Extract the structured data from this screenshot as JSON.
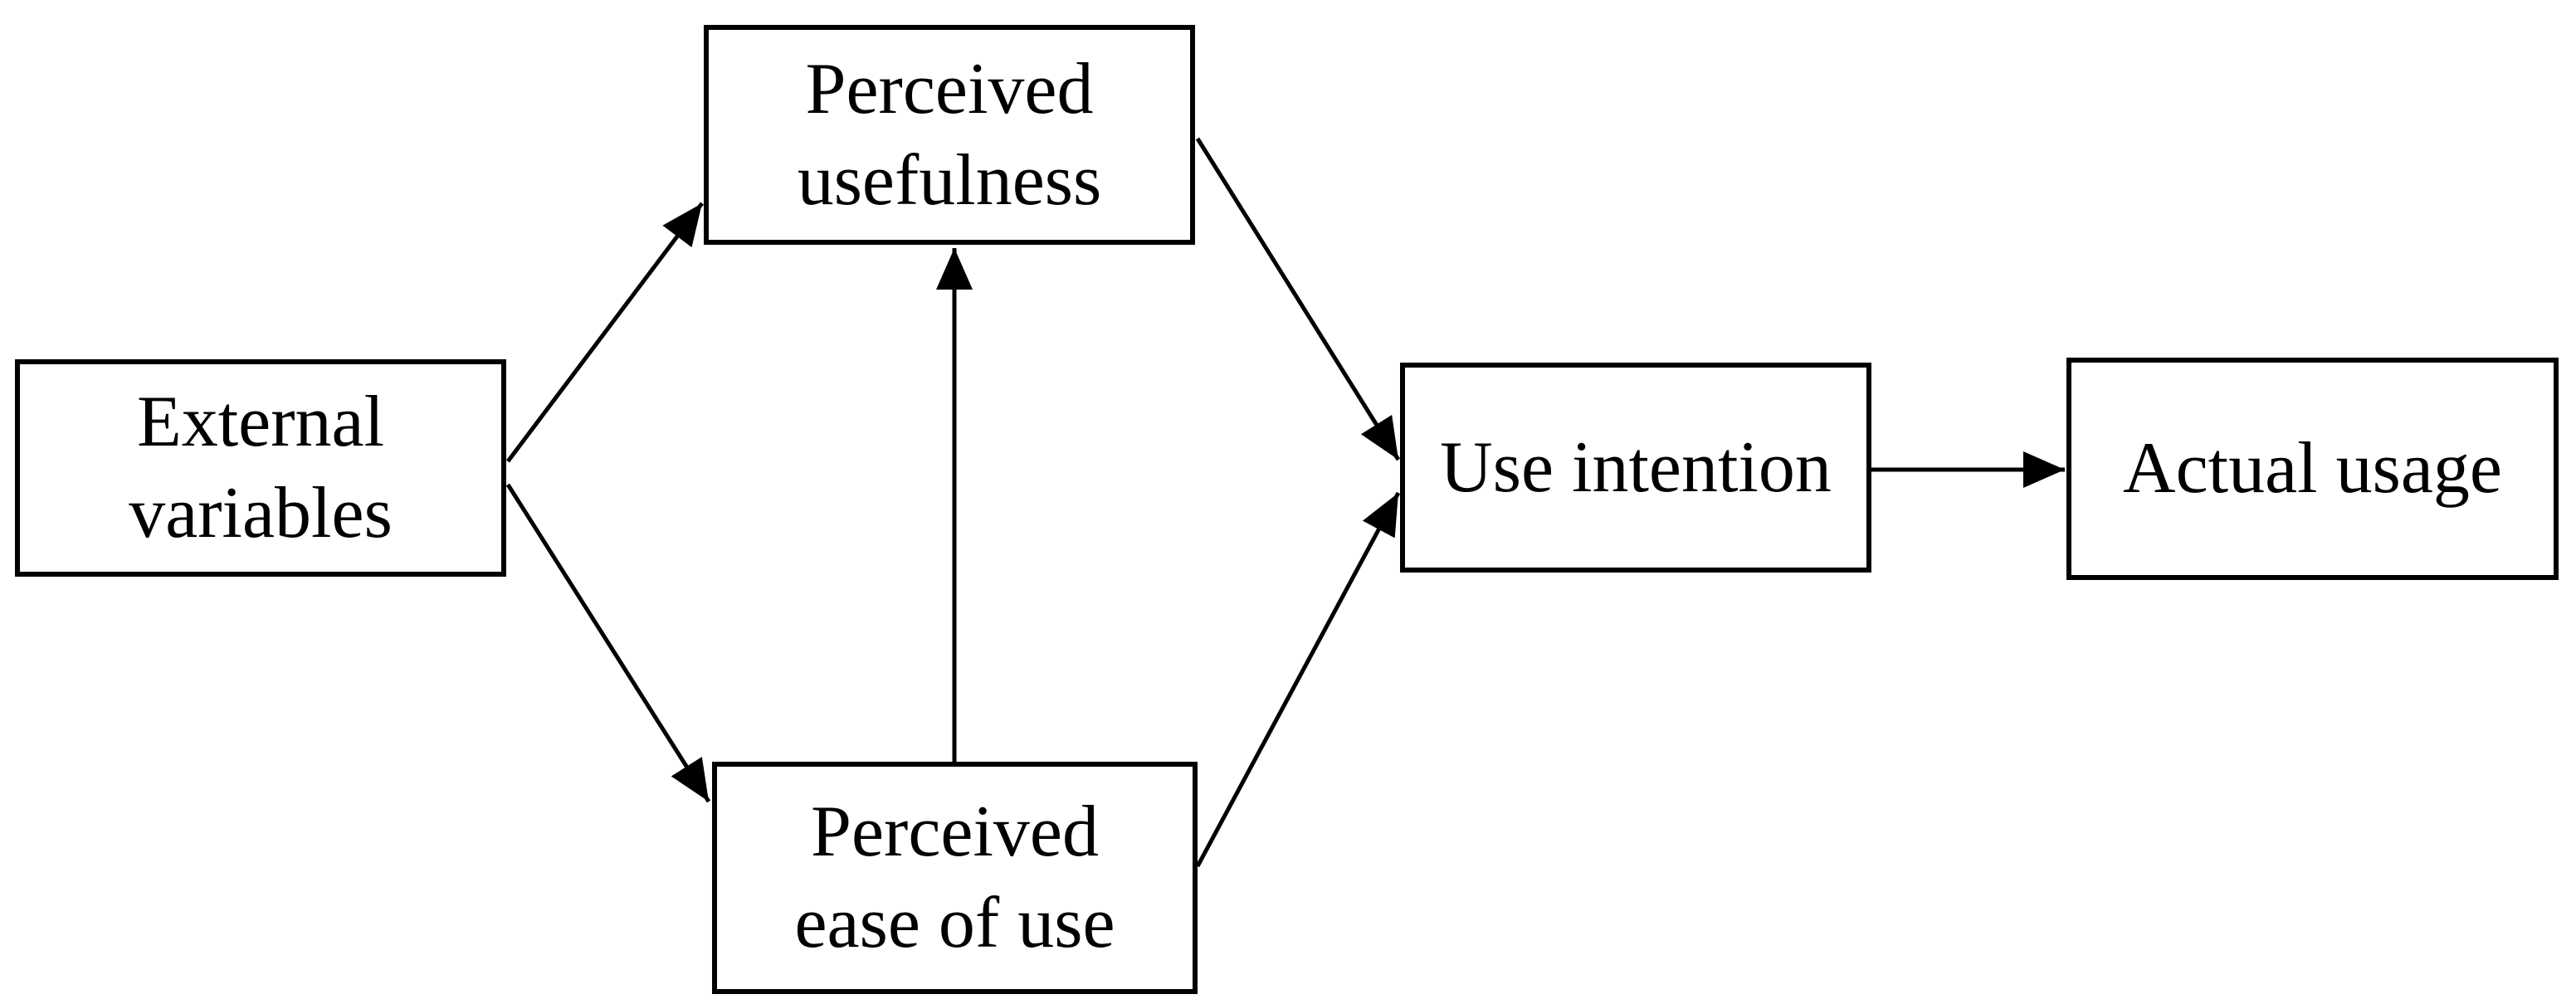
{
  "diagram": {
    "background_color": "#ffffff",
    "line_color": "#000000",
    "text_color": "#000000",
    "nodes": {
      "external_variables": {
        "label": "External\nvariables"
      },
      "perceived_usefulness": {
        "label": "Perceived\nusefulness"
      },
      "perceived_ease_of_use": {
        "label": "Perceived\nease of use"
      },
      "use_intention": {
        "label": "Use intention"
      },
      "actual_usage": {
        "label": "Actual usage"
      }
    },
    "edges": [
      {
        "from": "external_variables",
        "to": "perceived_usefulness"
      },
      {
        "from": "external_variables",
        "to": "perceived_ease_of_use"
      },
      {
        "from": "perceived_ease_of_use",
        "to": "perceived_usefulness"
      },
      {
        "from": "perceived_usefulness",
        "to": "use_intention"
      },
      {
        "from": "perceived_ease_of_use",
        "to": "use_intention"
      },
      {
        "from": "use_intention",
        "to": "actual_usage"
      }
    ]
  }
}
